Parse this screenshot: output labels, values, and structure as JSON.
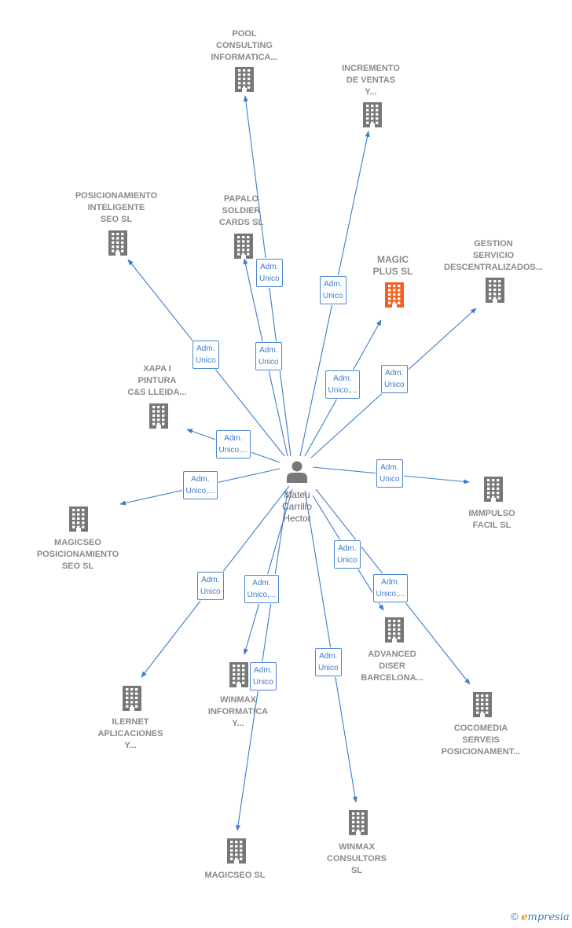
{
  "person": {
    "name": "Mateu\nCarrillo\nHector"
  },
  "companies": [
    {
      "id": "pool",
      "name": "POOL\nCONSULTING\nINFORMATICA...",
      "highlight": false
    },
    {
      "id": "incremento",
      "name": "INCREMENTO\nDE VENTAS\nY...",
      "highlight": false
    },
    {
      "id": "posicionamiento",
      "name": "POSICIONAMIENTO\nINTELIGENTE\nSEO SL",
      "highlight": false
    },
    {
      "id": "papalo",
      "name": "PAPALO\nSOLDIER\nCARDS SL",
      "highlight": false
    },
    {
      "id": "magicplus",
      "name": "MAGIC\nPLUS SL",
      "highlight": true
    },
    {
      "id": "gestion",
      "name": "GESTION\nSERVICIO\nDESCENTRALIZADOS...",
      "highlight": false
    },
    {
      "id": "xapa",
      "name": "XAPA I\nPINTURA\nC&S LLEIDA...",
      "highlight": false
    },
    {
      "id": "impulso",
      "name": "IMMPULSO\nFACIL SL",
      "highlight": false
    },
    {
      "id": "magicseopos",
      "name": "MAGICSEO\nPOSICIONAMIENTO\nSEO SL",
      "highlight": false
    },
    {
      "id": "advanced",
      "name": "ADVANCED\nDISER\nBARCELONA...",
      "highlight": false
    },
    {
      "id": "ilernet",
      "name": "ILERNET\nAPLICACIONES\nY...",
      "highlight": false
    },
    {
      "id": "winmaxinf",
      "name": "WINMAX\nINFORMATICA\nY...",
      "highlight": false
    },
    {
      "id": "cocomedia",
      "name": "COCOMEDIA\nSERVEIS\nPOSICIONAMENT...",
      "highlight": false
    },
    {
      "id": "winmaxcons",
      "name": "WINMAX\nCONSULTORS\nSL",
      "highlight": false
    },
    {
      "id": "magicseo",
      "name": "MAGICSEO SL",
      "highlight": false
    }
  ],
  "roles": {
    "pool": "Adm.\nUnico",
    "incremento": "Adm.\nUnico",
    "posicionamiento": "Adm.\nUnico",
    "papalo": "Adm.\nUnico",
    "magicplus": "Adm.\nUnico,...",
    "gestion": "Adm.\nUnico",
    "xapa": "Adm.\nUnico,...",
    "impulso": "Adm.\nUnico",
    "magicseopos": "Adm.\nUnico,...",
    "advanced": "Adm.\nUnico",
    "ilernet": "Adm.\nUnico",
    "winmaxinf": "Adm.\nUnico,...",
    "cocomedia": "Adm.\nUnico,...",
    "winmaxcons": "Adm.\nUnico",
    "magicseo": "Adm.\nUnico"
  },
  "colors": {
    "edge": "#3d7cc9",
    "building": "#777777",
    "building_highlight": "#f26122",
    "person": "#777777"
  },
  "icons": {
    "company": "building-icon",
    "person": "person-icon",
    "copyright": "copyright-icon"
  },
  "footer": {
    "copyright": "©",
    "brand_first": "e",
    "brand_rest": "mpresia"
  }
}
